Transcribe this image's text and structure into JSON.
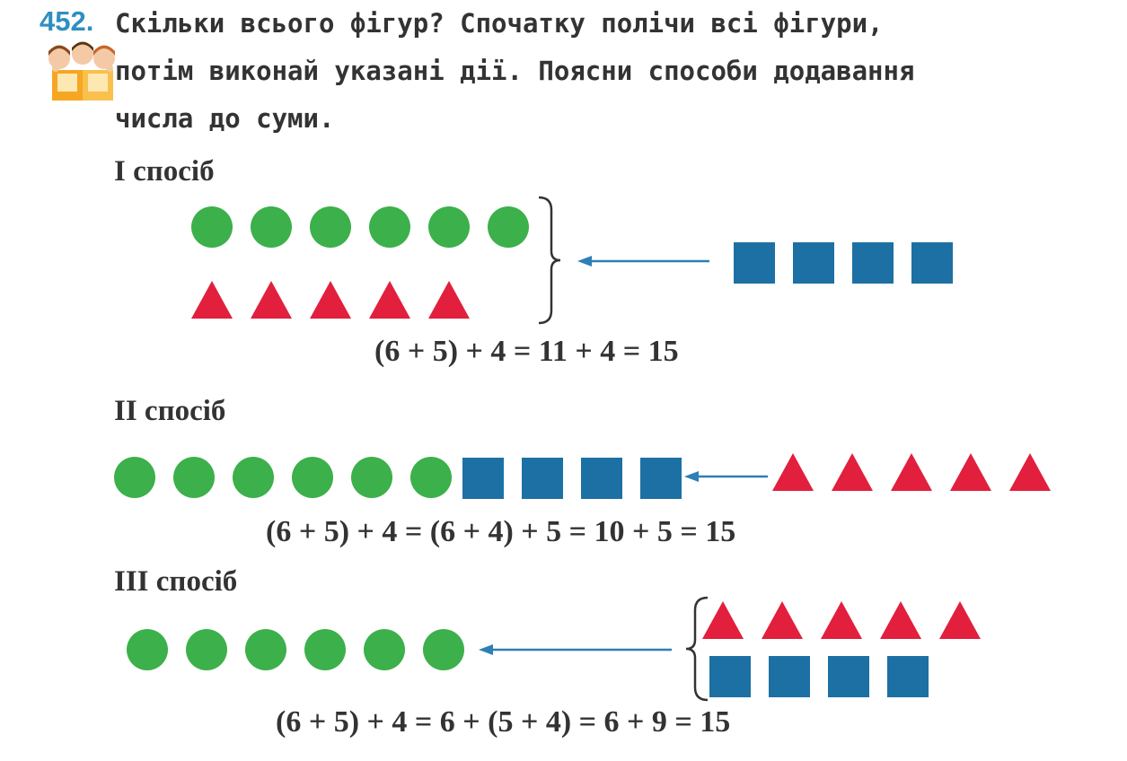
{
  "task": {
    "number": "452.",
    "line1": "Скільки всього фігур? Спочатку полічи всі фігури,",
    "line2": "потім виконай указані дії. Поясни способи додавання",
    "line3": "числа до суми."
  },
  "icon": "kids-with-book-icon",
  "colors": {
    "circle": "#3cb04a",
    "triangle": "#e21f3d",
    "square": "#1d70a3",
    "arrow": "#2d7fb5",
    "number": "#2e8fc0",
    "text": "#333333"
  },
  "methods": [
    {
      "label": "І спосіб",
      "equation": "(6 + 5) + 4 = 11 + 4 = 15"
    },
    {
      "label": "ІІ спосіб",
      "equation": "(6 + 5) + 4 = (6 + 4) + 5 = 10 + 5 = 15"
    },
    {
      "label": "ІІІ спосіб",
      "equation": "(6 + 5) + 4 = 6 + (5 + 4) = 6 + 9 = 15"
    }
  ],
  "counts": {
    "circles": 6,
    "triangles": 5,
    "squares": 4
  }
}
